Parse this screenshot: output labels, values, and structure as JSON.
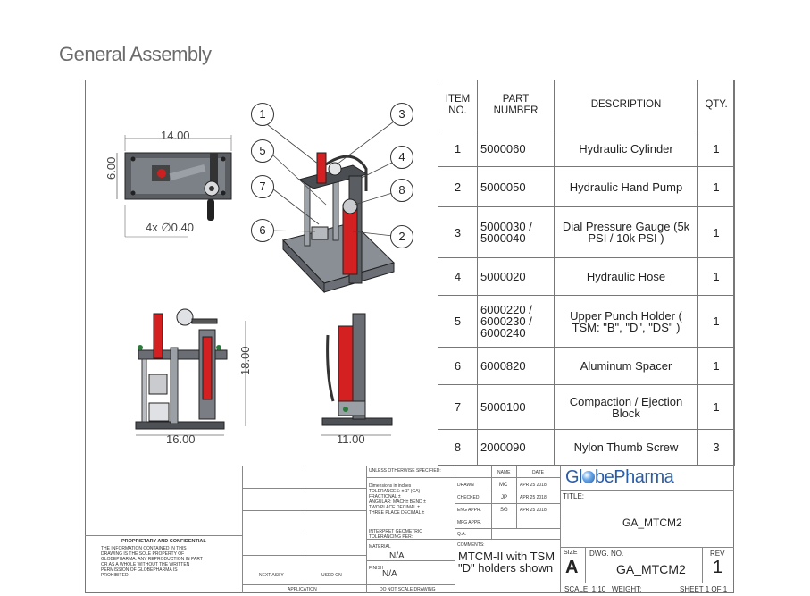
{
  "page": {
    "title": "General Assembly"
  },
  "bom": {
    "headers": {
      "item": "ITEM NO.",
      "part": "PART NUMBER",
      "desc": "DESCRIPTION",
      "qty": "QTY."
    },
    "rows": [
      {
        "item": "1",
        "part": "5000060",
        "desc": "Hydraulic Cylinder",
        "qty": "1"
      },
      {
        "item": "2",
        "part": "5000050",
        "desc": "Hydraulic Hand Pump",
        "qty": "1"
      },
      {
        "item": "3",
        "part": "5000030 / 5000040",
        "desc": "Dial Pressure Gauge (5k PSI / 10k PSI )",
        "qty": "1"
      },
      {
        "item": "4",
        "part": "5000020",
        "desc": "Hydraulic Hose",
        "qty": "1"
      },
      {
        "item": "5",
        "part": "6000220 / 6000230 / 6000240",
        "desc": "Upper Punch Holder ( TSM: \"B\", \"D\", \"DS\" )",
        "qty": "1"
      },
      {
        "item": "6",
        "part": "6000820",
        "desc": "Aluminum Spacer",
        "qty": "1"
      },
      {
        "item": "7",
        "part": "5000100",
        "desc": "Compaction / Ejection Block",
        "qty": "1"
      },
      {
        "item": "8",
        "part": "2000090",
        "desc": "Nylon Thumb Screw",
        "qty": "3"
      }
    ]
  },
  "dims": {
    "width": "14.00",
    "height": "6.00",
    "holes": "4x ∅0.40",
    "front_height": "18.00",
    "front_width": "16.00",
    "side_width": "11.00"
  },
  "balloons": [
    "1",
    "2",
    "3",
    "4",
    "5",
    "6",
    "7",
    "8"
  ],
  "title_block": {
    "unless": "UNLESS OTHERWISE SPECIFIED:",
    "name": "NAME",
    "date": "DATE",
    "tol1": "Dimensions in inches",
    "tol2": "TOLERANCES: ± 1\" (GA)",
    "tol3": "FRACTIONAL ±",
    "tol4": "ANGULAR: MACH±   BEND ±",
    "tol5": "TWO PLACE DECIMAL   ±",
    "tol6": "THREE PLACE DECIMAL  ±",
    "drawn": "DRAWN",
    "drawn_name": "MC",
    "drawn_date": "APR 25 2018",
    "checked": "CHECKED",
    "checked_name": "JP",
    "checked_date": "APR 25 2018",
    "eng": "ENG APPR.",
    "eng_name": "SG",
    "eng_date": "APR 25 2018",
    "mfg": "MFG APPR.",
    "qa": "Q.A.",
    "geo1": "INTERPRET GEOMETRIC",
    "geo2": "TOLERANCING PER:",
    "material": "MATERIAL",
    "material_val": "N/A",
    "finish": "FINISH",
    "finish_val": "N/A",
    "comments": "COMMENTS:",
    "comment_text": "MTCM-II with TSM \"D\" holders shown",
    "next_assy": "NEXT ASSY",
    "used_on": "USED ON",
    "application": "APPLICATION",
    "noscale": "DO NOT SCALE DRAWING",
    "prop_title": "PROPRIETARY AND CONFIDENTIAL",
    "prop_text": "THE INFORMATION CONTAINED IN THIS DRAWING IS THE SOLE PROPERTY OF GLOBEPHARMA.  ANY REPRODUCTION IN PART OR AS A WHOLE WITHOUT THE WRITTEN PERMISSION OF GLOBEPHARMA IS PROHIBITED.",
    "logo_a": "Gl",
    "logo_b": "bePharma",
    "title_label": "TITLE:",
    "title_val": "GA_MTCM2",
    "size_label": "SIZE",
    "size_val": "A",
    "dwg_label": "DWG. NO.",
    "dwg_val": "GA_MTCM2",
    "rev_label": "REV",
    "rev_val": "1",
    "scale": "SCALE: 1:10",
    "weight": "WEIGHT:",
    "sheet": "SHEET 1 OF 1"
  },
  "colors": {
    "red": "#d42020",
    "steel": "#8a8f96",
    "dark": "#3a3d42"
  }
}
